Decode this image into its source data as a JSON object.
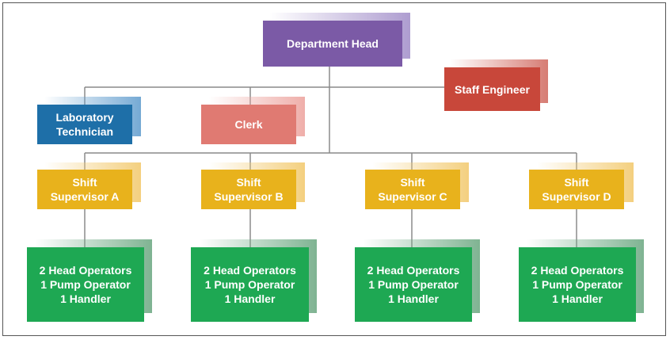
{
  "chart": {
    "head": "Department Head",
    "staff_engineer": "Staff Engineer",
    "lab_tech": "Laboratory\nTechnician",
    "clerk": "Clerk",
    "supervisors": [
      "Shift\nSupervisor A",
      "Shift\nSupervisor B",
      "Shift\nSupervisor C",
      "Shift\nSupervisor D"
    ],
    "crews": [
      "2 Head Operators\n1 Pump Operator\n1 Handler",
      "2 Head Operators\n1 Pump Operator\n1 Handler",
      "2 Head Operators\n1 Pump Operator\n1 Handler",
      "2 Head Operators\n1 Pump Operator\n1 Handler"
    ]
  },
  "colors": {
    "head": "#7b5aa6",
    "staff_engineer": "#c8473a",
    "lab_tech": "#1e6fa8",
    "clerk": "#e07a72",
    "supervisor": "#e8b21c",
    "crew": "#1ea853",
    "line": "#8a8a8a"
  }
}
